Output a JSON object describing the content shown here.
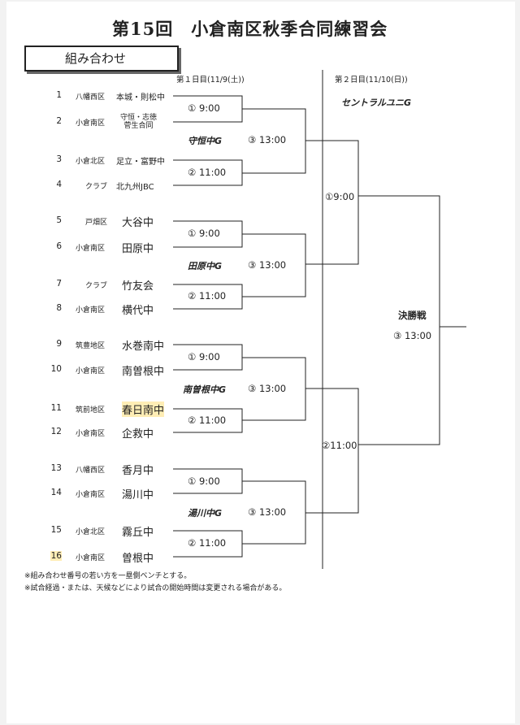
{
  "header": {
    "title": "第15回　小倉南区秋季合同練習会",
    "bracket_label": "組み合わせ"
  },
  "days": {
    "day1": "第１日目(11/9(土))",
    "day2": "第２日目(11/10(日))"
  },
  "teams": [
    {
      "num": "1",
      "district": "八幡西区",
      "name": "本城・則松中"
    },
    {
      "num": "2",
      "district": "小倉南区",
      "name": "守恒・志徳\n菅生合同"
    },
    {
      "num": "3",
      "district": "小倉北区",
      "name": "足立・富野中"
    },
    {
      "num": "4",
      "district": "クラブ",
      "name": "北九州JBC"
    },
    {
      "num": "5",
      "district": "戸畑区",
      "name": "大谷中"
    },
    {
      "num": "6",
      "district": "小倉南区",
      "name": "田原中"
    },
    {
      "num": "7",
      "district": "クラブ",
      "name": "竹友会"
    },
    {
      "num": "8",
      "district": "小倉南区",
      "name": "横代中"
    },
    {
      "num": "9",
      "district": "筑豊地区",
      "name": "水巻南中"
    },
    {
      "num": "10",
      "district": "小倉南区",
      "name": "南曽根中"
    },
    {
      "num": "11",
      "district": "筑前地区",
      "name": "春日南中"
    },
    {
      "num": "12",
      "district": "小倉南区",
      "name": "企救中"
    },
    {
      "num": "13",
      "district": "八幡西区",
      "name": "香月中"
    },
    {
      "num": "14",
      "district": "小倉南区",
      "name": "湯川中"
    },
    {
      "num": "15",
      "district": "小倉北区",
      "name": "霧丘中"
    },
    {
      "num": "16",
      "district": "小倉南区",
      "name": "曽根中"
    }
  ],
  "groups": [
    {
      "venue": "守恒中G",
      "match1": "①  9:00",
      "match2": "② 11:00",
      "match3": "③ 13:00"
    },
    {
      "venue": "田原中G",
      "match1": "①  9:00",
      "match2": "② 11:00",
      "match3": "③ 13:00"
    },
    {
      "venue": "南曽根中G",
      "match1": "①  9:00",
      "match2": "② 11:00",
      "match3": "③ 13:00"
    },
    {
      "venue": "湯川中G",
      "match1": "①  9:00",
      "match2": "② 11:00",
      "match3": "③ 13:00"
    }
  ],
  "day2": {
    "venue": "セントラルユニG",
    "semi1": "①9:00",
    "semi2": "②11:00",
    "final_label": "決勝戦",
    "final_time": "③ 13:00"
  },
  "notes": [
    "※組み合わせ番号の若い方を一塁側ベンチとする。",
    "※試合経過・または、天候などにより試合の開始時間は変更される場合がある。"
  ],
  "colors": {
    "highlight": "#ffde78",
    "line": "#222222"
  }
}
